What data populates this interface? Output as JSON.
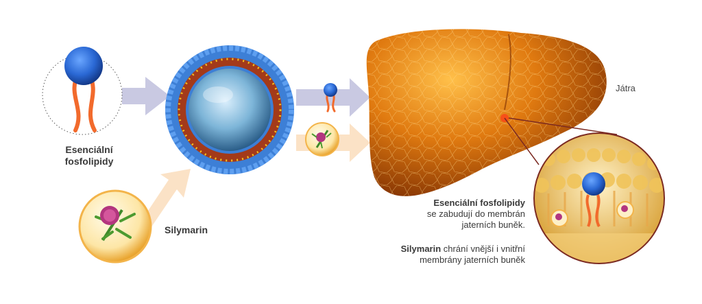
{
  "labels": {
    "ef_line1": "Esenciální",
    "ef_line2": "fosfolipidy",
    "silymarin": "Silymarin",
    "jatra": "Játra",
    "desc1_bold": "Esenciální fosfolipidy",
    "desc1_line2": "se zabudují do membrán",
    "desc1_line3": "jaterních buněk.",
    "desc2_bold": "Silymarin",
    "desc2_rest": " chrání vnější i vnitřní",
    "desc2_line2": "membrány jaterních buněk"
  },
  "colors": {
    "arrow": "#c9c9e2",
    "arrow_peach": "#fbe2c6",
    "phospho_head": "#2f6fd6",
    "phospho_tail": "#f26a2c",
    "liver": "#d9780e",
    "liver_dark": "#8a3a04",
    "lens_border": "#7b2a22"
  },
  "icons": {
    "phospholipid": "phospholipid-icon",
    "liposome": "liposome-icon",
    "thistle": "milk-thistle-icon",
    "liver": "liver-icon",
    "membrane": "cell-membrane-icon"
  }
}
